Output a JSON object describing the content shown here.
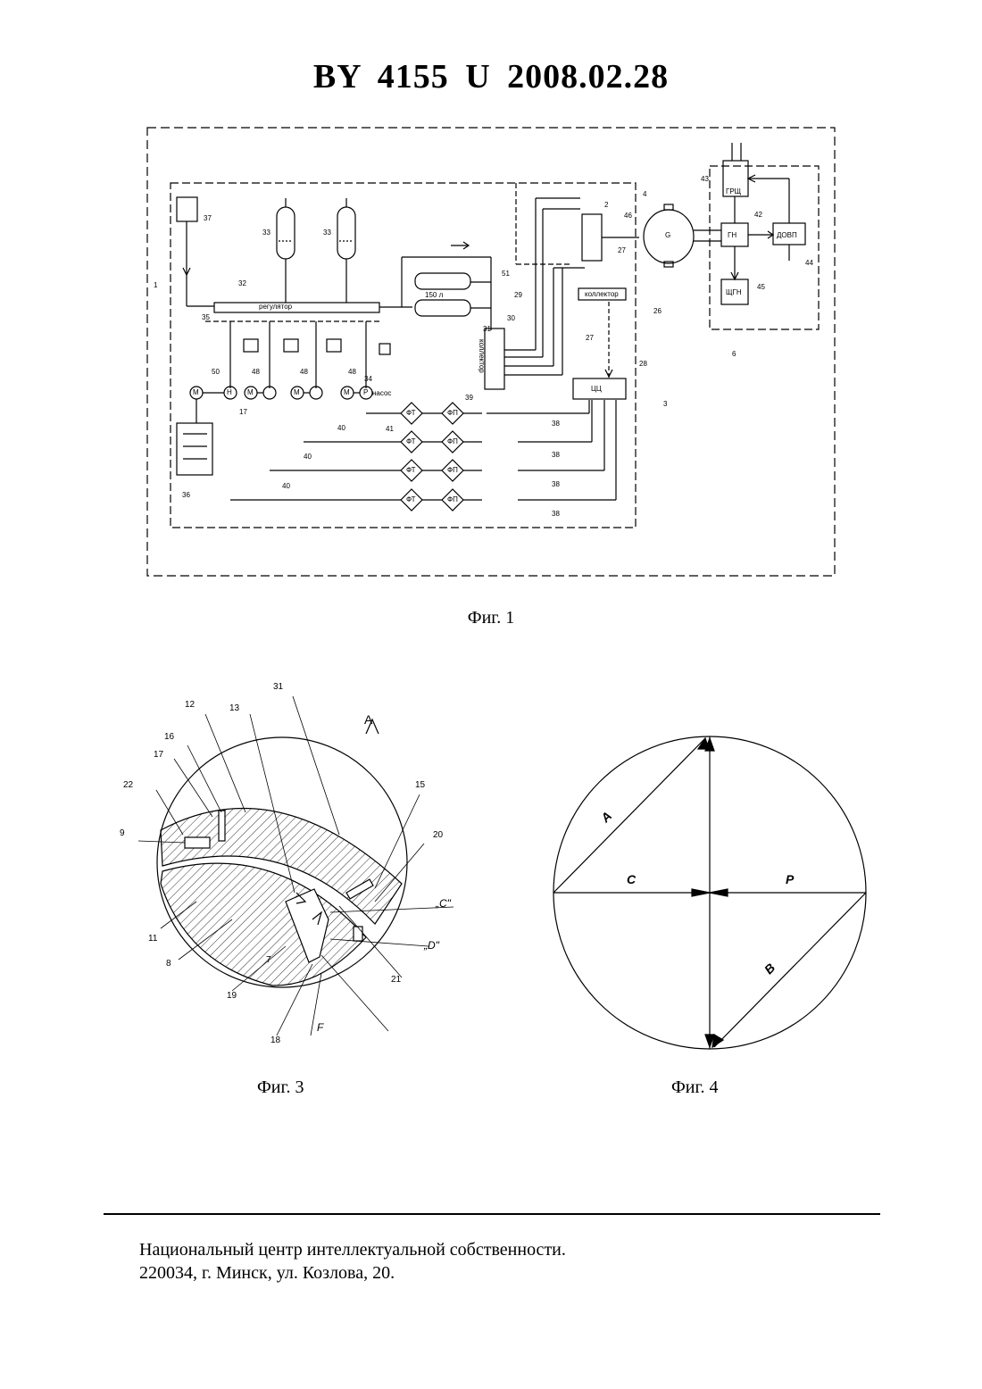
{
  "header": {
    "title": "BY 4155 U 2008.02.28"
  },
  "figures": {
    "fig1": {
      "caption": "Фиг. 1",
      "labels": {
        "n1": "1",
        "n2": "2",
        "n3": "3",
        "n4": "4",
        "n6": "6",
        "n17": "17",
        "n26": "26",
        "n27": "27",
        "n28": "28",
        "n29": "29",
        "n30": "30",
        "n31": "31",
        "n32": "32",
        "n33": "33",
        "n34": "34",
        "n35": "35",
        "n36": "36",
        "n37": "37",
        "n38": "38",
        "n39": "39",
        "n40": "40",
        "n41": "41",
        "n42": "42",
        "n43": "43",
        "n44": "44",
        "n45": "45",
        "n46": "46",
        "n48": "48",
        "n50": "50",
        "n51": "51",
        "regulator": "регулятор",
        "volume": "150 л",
        "collector_v": "коллектор",
        "collector_h": "коллектор",
        "pump": "насос",
        "cc": "ЦЦ",
        "grp": "ГРЩ",
        "gn": "ГН",
        "dovp": "ДОВП",
        "shch": "ЩГН",
        "gen": "G",
        "motor": "М",
        "ft": "ФТ",
        "fp": "ФП",
        "h": "Н",
        "p": "Р"
      }
    },
    "fig3": {
      "caption": "Фиг. 3",
      "labels": {
        "n7": "7",
        "n8": "8",
        "n9": "9",
        "n11": "11",
        "n12": "12",
        "n13": "13",
        "n15": "15",
        "n16": "16",
        "n17": "17",
        "n18": "18",
        "n19": "19",
        "n20": "20",
        "n21": "21",
        "n22": "22",
        "n31": "31",
        "view": "A",
        "c_dd": "„C\"",
        "d_dd": "„D\"",
        "f_mark": "F"
      }
    },
    "fig4": {
      "caption": "Фиг. 4",
      "labels": {
        "a": "A",
        "b": "B",
        "c": "C",
        "p": "P"
      }
    }
  },
  "footer": {
    "line1": "Национальный центр интеллектуальной собственности.",
    "line2": "220034, г. Минск, ул. Козлова, 20."
  }
}
